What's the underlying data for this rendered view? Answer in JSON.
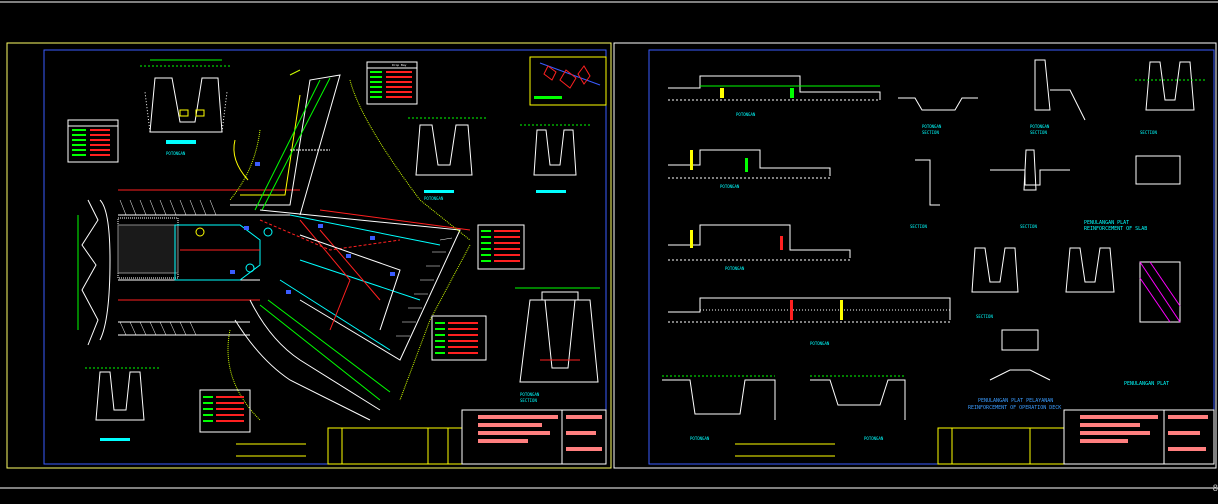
{
  "colors": {
    "background": "#000000",
    "sheet_border_left": "#ffff66",
    "sheet_border_right": "#ffffff",
    "frame_blue": "#3a5cff",
    "cyan": "#00ffff",
    "green": "#00ff00",
    "yellow": "#ffff00",
    "red": "#ff2020",
    "white": "#ffffff",
    "pink": "#ff7f7f",
    "magenta": "#ff00ff"
  },
  "sheets": [
    {
      "name": "left",
      "labels": {
        "section_a": "POTONGAN",
        "section_b": "POTONGAN",
        "section_c": "POTONGAN",
        "section_c_sub": "SECTION",
        "legend_title": "Drop Bay"
      }
    },
    {
      "name": "right",
      "labels": {
        "s1": "POTONGAN",
        "s1_sub": "SECTION",
        "s2": "POTONGAN",
        "s2_sub": "SECTION",
        "s3": "POTONGAN",
        "s3_sub": "SECTION",
        "s4": "POTONGAN",
        "s4_sub": "SECTION",
        "s5": "POTONGAN",
        "s5_sub": "SECTION",
        "s6": "POTONGAN",
        "s6_sub": "SECTION",
        "slab_title": "PENULANGAN PLAT",
        "slab_sub": "REINFORCEMENT OF SLAB",
        "plate": "PENULANGAN PLAT",
        "gate_title": "PENULANGAN PLAT PELAYANAN",
        "gate_sub": "REINFORCEMENT OF OPERATION DECK",
        "bottom_1": "POTONGAN",
        "bottom_2": "POTONGAN"
      }
    }
  ],
  "page_number": "8"
}
